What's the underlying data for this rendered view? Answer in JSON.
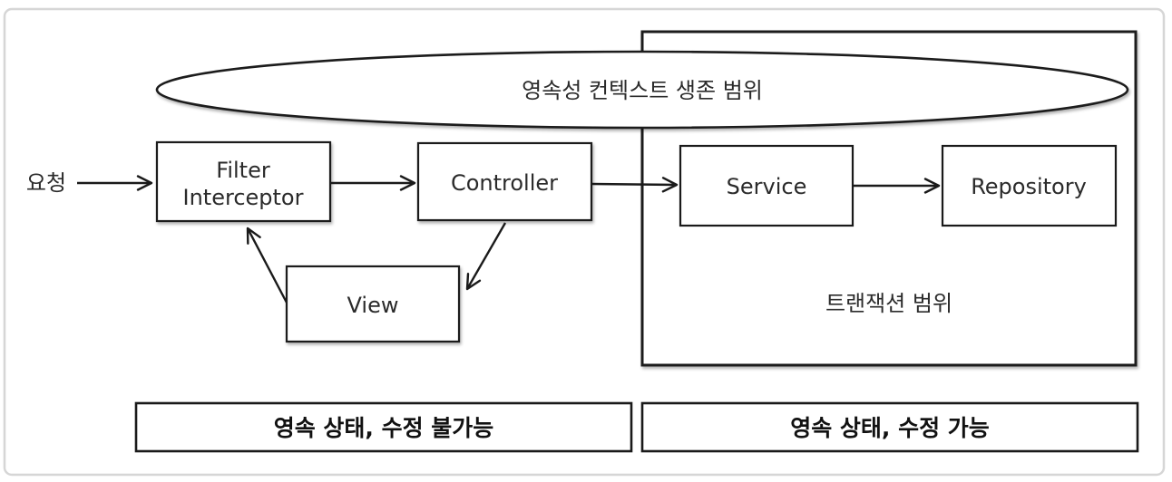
{
  "diagram": {
    "request_label": "요청",
    "ellipse": {
      "label": "영속성 컨텍스트 생존 범위"
    },
    "transaction": {
      "label": "트랜잭션 범위"
    },
    "nodes": {
      "filter_interceptor": {
        "line1": "Filter",
        "line2": "Interceptor"
      },
      "controller": {
        "label": "Controller"
      },
      "service": {
        "label": "Service"
      },
      "repository": {
        "label": "Repository"
      },
      "view": {
        "label": "View"
      }
    },
    "footers": {
      "left": "영속 상태, 수정 불가능",
      "right": "영속 상태, 수정 가능"
    },
    "colors": {
      "stroke": "#1a1a1a",
      "text": "#2b2b2b",
      "frame": "#d6d6d6",
      "background": "#ffffff"
    }
  }
}
